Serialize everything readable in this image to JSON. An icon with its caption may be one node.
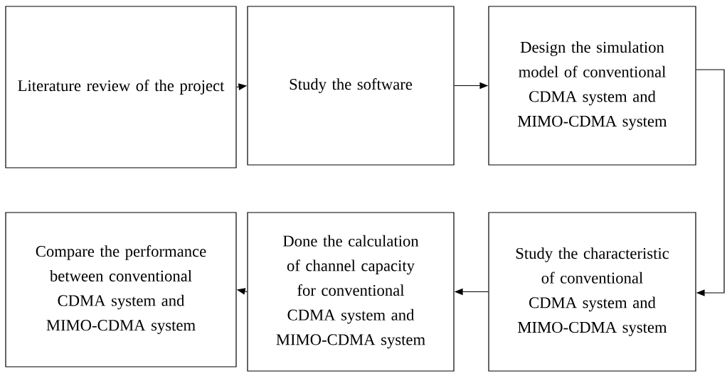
{
  "diagram": {
    "nodes": [
      {
        "text": [
          "Literature review of the project"
        ]
      },
      {
        "text": [
          "Study the software"
        ]
      },
      {
        "text": [
          "Design the simulation model of conventional CDMA system and MIMO-CDMA system"
        ]
      },
      {
        "text": [
          "Compare the performance between conventional CDMA system and MIMO-CDMA system"
        ]
      },
      {
        "text": [
          "Done the calculation of channel capacity for conventional CDMA system and MIMO-CDMA system"
        ]
      },
      {
        "text": [
          "Study the characteristic of conventional CDMA system and MIMO-CDMA system"
        ]
      }
    ],
    "edges": [
      {
        "from": 0,
        "to": 1,
        "arrow": "to"
      },
      {
        "from": 1,
        "to": 2,
        "arrow": "to"
      },
      {
        "from": 2,
        "to": 5,
        "arrow": "to"
      },
      {
        "from": 5,
        "to": 4,
        "arrow": "to"
      },
      {
        "from": 4,
        "to": 3,
        "arrow": "to"
      }
    ]
  }
}
